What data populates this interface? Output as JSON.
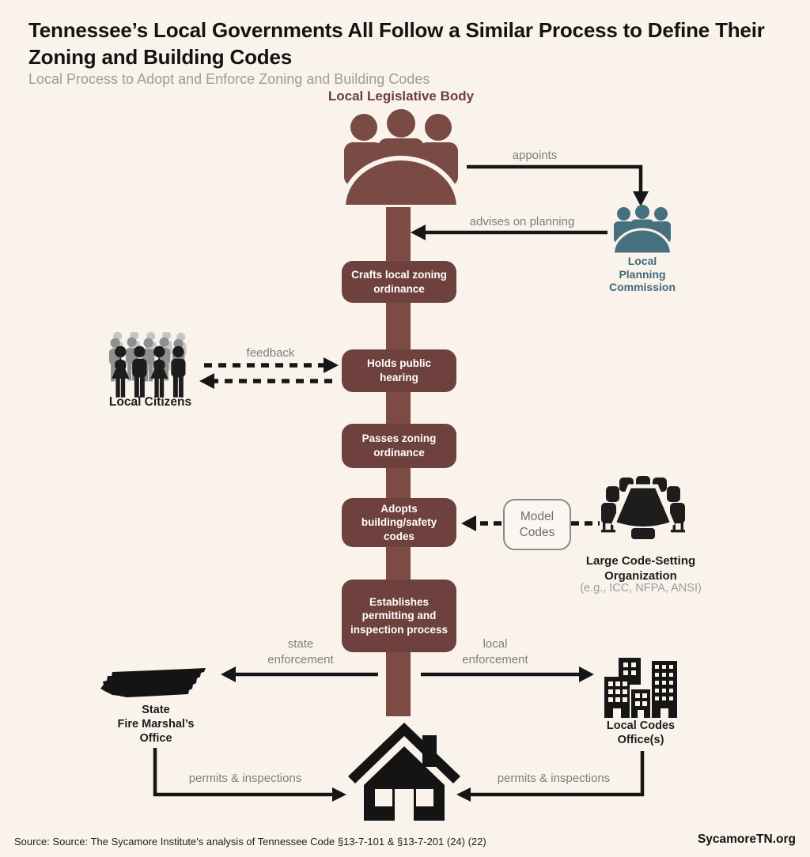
{
  "title": "Tennessee’s Local Governments All Follow a Similar Process to Define Their Zoning and Building Codes",
  "subtitle": "Local Process to Adopt and Enforce Zoning and Building Codes",
  "nodes": {
    "legislative_body": {
      "label": "Local Legislative Body"
    },
    "planning_commission": {
      "label": "Local\nPlanning\nCommission"
    },
    "local_citizens": {
      "label": "Local Citizens"
    },
    "model_codes": {
      "label": "Model\nCodes"
    },
    "code_org": {
      "label": "Large Code-Setting\nOrganization",
      "examples": "(e.g., ICC, NFPA, ANSI)"
    },
    "fire_marshal": {
      "label": "State\nFire Marshal’s\nOffice"
    },
    "codes_office": {
      "label": "Local Codes\nOffice(s)"
    }
  },
  "steps": [
    "Crafts local zoning ordinance",
    "Holds public hearing",
    "Passes zoning ordinance",
    "Adopts building/safety codes",
    "Establishes permitting and inspection process"
  ],
  "edges": {
    "appoints": "appoints",
    "advises": "advises on planning",
    "feedback": "feedback",
    "state_enforcement": "state\nenforcement",
    "local_enforcement": "local\nenforcement",
    "permits_left": "permits & inspections",
    "permits_right": "permits & inspections"
  },
  "footer": {
    "source": "Source: Source: The Sycamore Institute's analysis of Tennessee Code §13-7-101 & §13-7-201 (24) (22)",
    "brand": "SycamoreTN.org"
  },
  "colors": {
    "background": "#faf3ec",
    "maroon_box": "#6e413e",
    "maroon_bar": "#7b4b44",
    "maroon_icon": "#7a4a45",
    "teal": "#47707f",
    "ink": "#161616",
    "gray_label": "#7e7e7e"
  }
}
